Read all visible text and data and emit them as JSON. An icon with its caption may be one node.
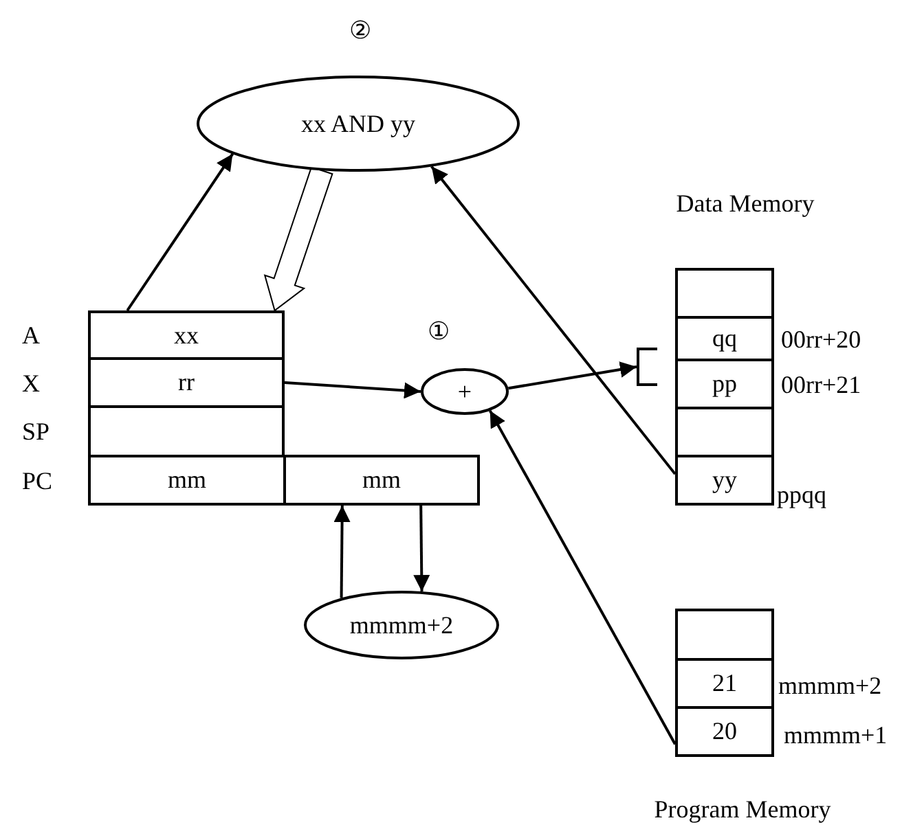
{
  "diagram": {
    "nodes": [
      {
        "text": [
          "xx AND yy"
        ],
        "beside": [
          "②"
        ]
      },
      {
        "text": [
          "xx"
        ],
        "beside": [
          "A"
        ]
      },
      {
        "text": [
          "rr"
        ],
        "beside": [
          "X"
        ]
      },
      {
        "text": [],
        "shape": "box",
        "beside": [
          "SP"
        ]
      },
      {
        "text": [
          "mm"
        ],
        "beside": [
          "PC"
        ]
      },
      {
        "text": [
          "mm"
        ]
      },
      {
        "text": [
          "+"
        ],
        "beside": [
          "①"
        ]
      },
      {
        "text": [
          "mmmm+2"
        ]
      },
      {
        "text": [],
        "shape": "bracket"
      },
      {
        "text": [],
        "shape": "box"
      },
      {
        "text": [
          "qq"
        ],
        "beside": [
          "00rr+20"
        ]
      },
      {
        "text": [
          "pp"
        ],
        "beside": [
          "00rr+21"
        ]
      },
      {
        "text": [],
        "shape": "box"
      },
      {
        "text": [
          "yy"
        ],
        "beside": [
          "ppqq"
        ]
      },
      {
        "text": [],
        "shape": "box"
      },
      {
        "text": [
          "21"
        ],
        "beside": [
          "mmmm+2"
        ]
      },
      {
        "text": [
          "20"
        ],
        "beside": [
          "mmmm+1"
        ]
      }
    ],
    "edges": [
      {
        "from": 1,
        "to": 0,
        "arrow": "to"
      },
      {
        "from": 0,
        "to": 1,
        "arrow": "to",
        "style": "thick"
      },
      {
        "from": 13,
        "to": 0,
        "arrow": "to"
      },
      {
        "from": 2,
        "to": 6,
        "arrow": "to"
      },
      {
        "from": 6,
        "to": 8,
        "arrow": "to"
      },
      {
        "from": 16,
        "to": 6,
        "arrow": "to"
      },
      {
        "from": 7,
        "to": 5,
        "arrow": "to"
      },
      {
        "from": 5,
        "to": 7,
        "arrow": "to"
      }
    ],
    "labels": [
      "Data Memory",
      "Program Memory"
    ]
  }
}
